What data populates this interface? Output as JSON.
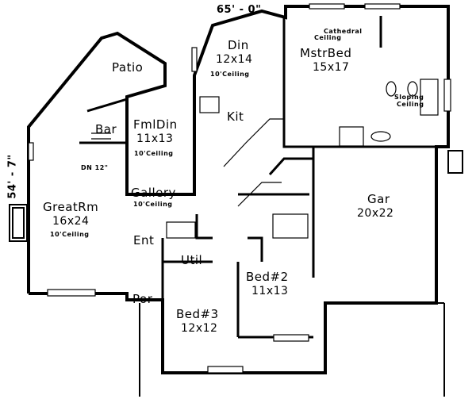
{
  "plan": {
    "overall_width": "65' - 0\"",
    "overall_depth": "54' - 7\"",
    "rooms": {
      "patio": {
        "name": "Patio"
      },
      "din": {
        "name": "Din",
        "size": "12x14",
        "note": "10'Ceiling"
      },
      "mstrbed": {
        "name": "MstrBed",
        "size": "15x17",
        "note_top": "Cathedral",
        "note_bottom": "Ceiling"
      },
      "sloping": {
        "line1": "Sloping",
        "line2": "Ceiling"
      },
      "bar": {
        "name": "Bar",
        "note": "DN 12\""
      },
      "fmldin": {
        "name": "FmlDin",
        "size": "11x13",
        "note": "10'Ceiling"
      },
      "kit": {
        "name": "Kit"
      },
      "greatrm": {
        "name": "GreatRm",
        "size": "16x24",
        "note": "10'Ceiling"
      },
      "gallery": {
        "name": "Gallery",
        "note": "10'Ceiling"
      },
      "gar": {
        "name": "Gar",
        "size": "20x22"
      },
      "ent": {
        "name": "Ent"
      },
      "util": {
        "name": "Util"
      },
      "bed2": {
        "name": "Bed#2",
        "size": "11x13"
      },
      "por": {
        "name": "Por"
      },
      "bed3": {
        "name": "Bed#3",
        "size": "12x12"
      }
    }
  }
}
